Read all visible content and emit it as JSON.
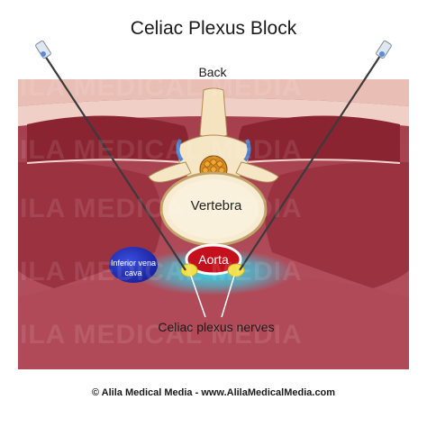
{
  "diagram": {
    "title": "Celiac Plexus Block",
    "labels": {
      "back": "Back",
      "vertebra": "Vertebra",
      "aorta": "Aorta",
      "inferior_vena_cava": "Inferior vena cava",
      "celiac_plexus_nerves": "Celiac plexus nerves"
    },
    "credit": "© Alila Medical Media - www.AlilaMedicalMedia.com",
    "watermark": "ALILA MEDICAL MEDIA"
  },
  "colors": {
    "skin": "#e8b8b0",
    "muscle_dark": "#8c2834",
    "muscle": "#b04a58",
    "fat": "#f3d5cc",
    "bone": "#f5e6c6",
    "aorta": "#c4101c",
    "ivc": "#1e2fbf",
    "nerve": "#f0e040",
    "glow": "#2fe0f0",
    "needle": "#333333"
  }
}
